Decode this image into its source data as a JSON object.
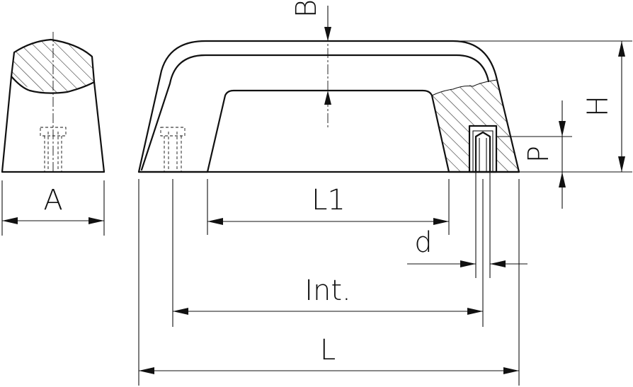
{
  "dimensions": {
    "A": "A",
    "B": "B",
    "H": "H",
    "P": "P",
    "L1": "L1",
    "d": "d",
    "Int": "Int.",
    "L": "L"
  }
}
